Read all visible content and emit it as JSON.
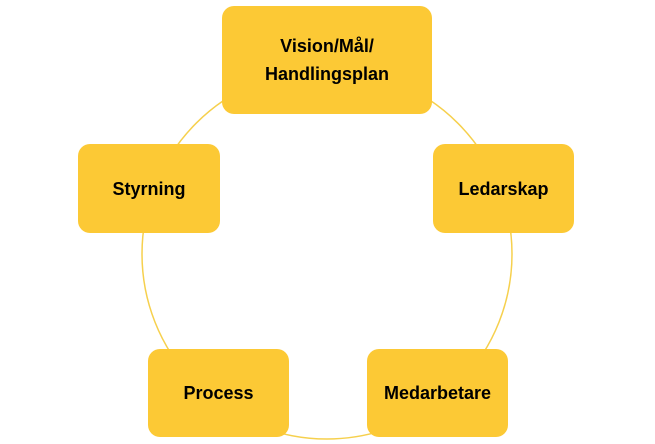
{
  "diagram": {
    "ring_color": "#f6d04d",
    "node_color": "#fcc935",
    "nodes": [
      {
        "label": "Vision/Mål/\nHandlingsplan"
      },
      {
        "label": "Ledarskap"
      },
      {
        "label": "Medarbetare"
      },
      {
        "label": "Process"
      },
      {
        "label": "Styrning"
      }
    ]
  }
}
